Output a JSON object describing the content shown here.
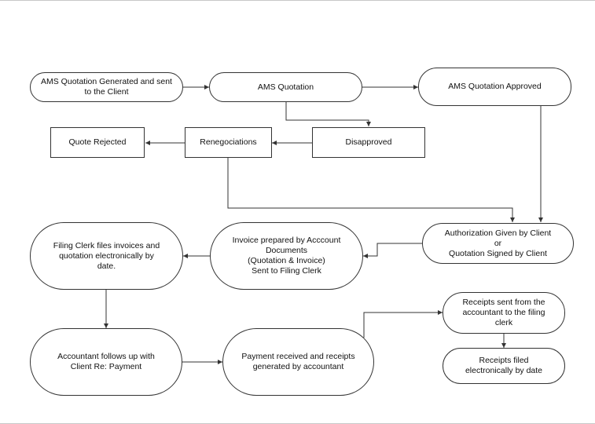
{
  "diagram": {
    "nodes": {
      "generated": "AMS Quotation Generated and sent\nto the Client",
      "quotation": "AMS Quotation",
      "approved": "AMS Quotation Approved",
      "rejected": "Quote Rejected",
      "renegociations": "Renegociations",
      "disapproved": "Disapproved",
      "filing_clerk": "Filing Clerk files invoices and\nquotation electronically by\ndate.",
      "invoice_prepared": "Invoice prepared by Acccount\nDocuments\n(Quotation & Invoice)\nSent to Filing Clerk",
      "authorization": "Authorization Given by Client\nor\nQuotation Signed by Client",
      "follow_up": "Accountant follows up with\nClient Re: Payment",
      "payment": "Payment received and receipts\ngenerated by accountant",
      "receipts_sent": "Receipts sent from the\naccountant to the filing\nclerk",
      "receipts_filed": "Receipts filed\nelectronically by date"
    },
    "colors": {
      "stroke": "#333333",
      "fill": "#ffffff",
      "text": "#111111"
    }
  }
}
